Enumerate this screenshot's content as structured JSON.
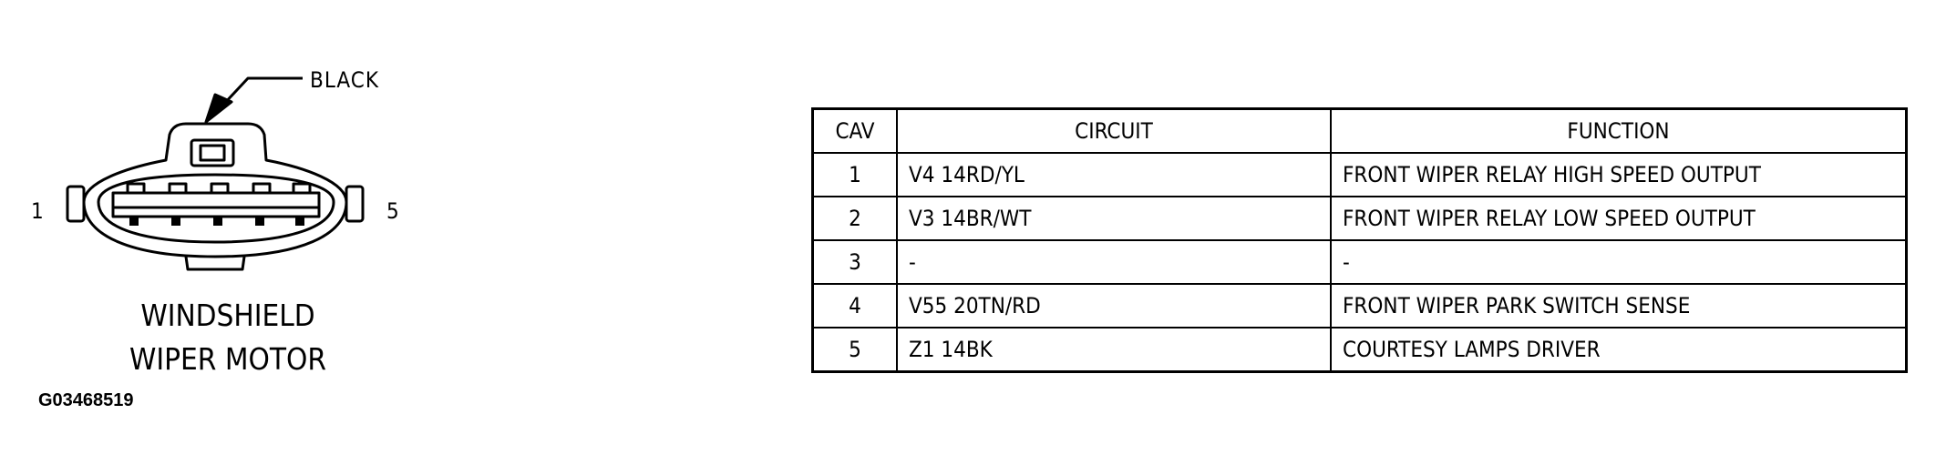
{
  "connector": {
    "color_label": "BLACK",
    "pin_left": "1",
    "pin_right": "5",
    "title_line1": "WINDSHIELD",
    "title_line2": "WIPER MOTOR",
    "figure_id": "G03468519"
  },
  "table": {
    "headers": [
      "CAV",
      "CIRCUIT",
      "FUNCTION"
    ],
    "rows": [
      {
        "cav": "1",
        "circuit": "V4 14RD/YL",
        "function": "FRONT WIPER RELAY HIGH SPEED OUTPUT"
      },
      {
        "cav": "2",
        "circuit": "V3 14BR/WT",
        "function": "FRONT WIPER RELAY LOW SPEED OUTPUT"
      },
      {
        "cav": "3",
        "circuit": "-",
        "function": "-"
      },
      {
        "cav": "4",
        "circuit": "V55 20TN/RD",
        "function": "FRONT WIPER PARK SWITCH SENSE"
      },
      {
        "cav": "5",
        "circuit": "Z1 14BK",
        "function": "COURTESY LAMPS DRIVER"
      }
    ]
  }
}
